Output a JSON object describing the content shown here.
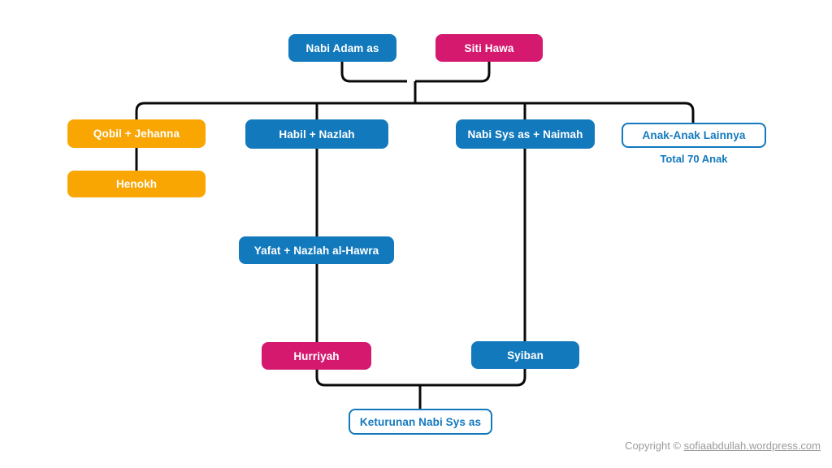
{
  "diagram": {
    "type": "family-tree",
    "colors": {
      "node_blue": "#1379bd",
      "node_pink": "#d4196f",
      "node_orange": "#f9a603",
      "outline_node_border": "#1379bd",
      "outline_node_text": "#1379bd",
      "connector_line": "#0a0a0a",
      "caption_text": "#1379bd",
      "copyright_text": "#9b9b9b",
      "background": "#ffffff"
    },
    "nodes": {
      "nabi_adam": {
        "label": "Nabi Adam as",
        "style": "blue"
      },
      "siti_hawa": {
        "label": "Siti Hawa",
        "style": "pink"
      },
      "qobil": {
        "label": "Qobil + Jehanna",
        "style": "orange"
      },
      "henokh": {
        "label": "Henokh",
        "style": "orange"
      },
      "habil": {
        "label": "Habil + Nazlah",
        "style": "blue"
      },
      "nabi_sys": {
        "label": "Nabi Sys as + Naimah",
        "style": "blue"
      },
      "anak_anak": {
        "label": "Anak-Anak Lainnya",
        "style": "outline"
      },
      "yafat": {
        "label": "Yafat + Nazlah al-Hawra",
        "style": "blue"
      },
      "hurriyah": {
        "label": "Hurriyah",
        "style": "pink"
      },
      "syiban": {
        "label": "Syiban",
        "style": "blue"
      },
      "keturunan": {
        "label": "Keturunan Nabi Sys as",
        "style": "outline"
      }
    },
    "captions": {
      "total_anak": "Total 70 Anak"
    },
    "edges": [
      {
        "from": [
          "nabi_adam",
          "siti_hawa"
        ],
        "to": [
          "qobil",
          "habil",
          "nabi_sys",
          "anak_anak"
        ]
      },
      {
        "from": [
          "qobil"
        ],
        "to": [
          "henokh"
        ]
      },
      {
        "from": [
          "habil"
        ],
        "to": [
          "yafat"
        ]
      },
      {
        "from": [
          "yafat"
        ],
        "to": [
          "hurriyah"
        ]
      },
      {
        "from": [
          "nabi_sys"
        ],
        "to": [
          "syiban"
        ]
      },
      {
        "from": [
          "hurriyah",
          "syiban"
        ],
        "to": [
          "keturunan"
        ]
      }
    ]
  },
  "footer": {
    "prefix": "Copyright ©",
    "link_text": "sofiaabdullah.wordpress.com"
  }
}
